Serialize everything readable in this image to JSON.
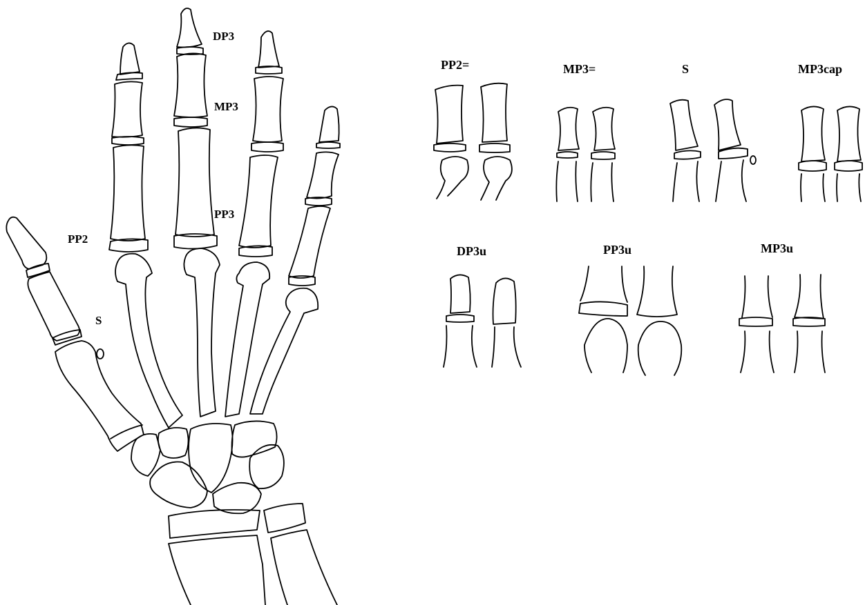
{
  "hand_labels": {
    "dp3": "DP3",
    "mp3": "MP3",
    "pp3": "PP3",
    "pp2": "PP2",
    "s": "S"
  },
  "panel_labels": {
    "pp2_eq": "PP2=",
    "mp3_eq": "MP3=",
    "s": "S",
    "mp3cap": "MP3cap",
    "dp3u": "DP3u",
    "pp3u": "PP3u",
    "mp3u": "MP3u"
  },
  "colors": {
    "line": "#000000",
    "background": "#ffffff"
  }
}
